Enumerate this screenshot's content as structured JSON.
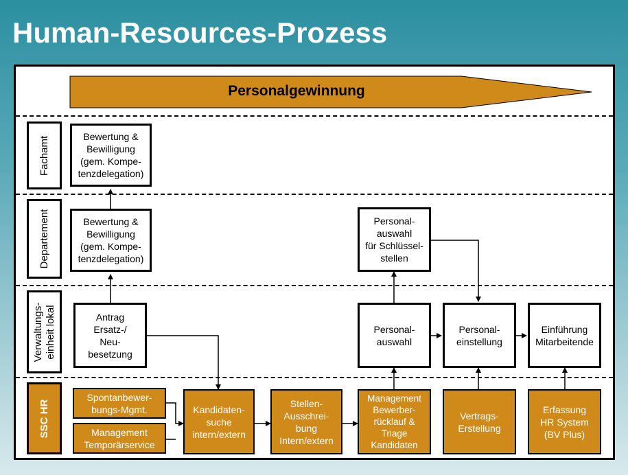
{
  "title": "Human-Resources-Prozess",
  "banner": "Personalgewinnung",
  "colors": {
    "accent": "#d08a1a",
    "background": "#2b8fa0"
  },
  "lanes": {
    "fachamt": "Fachamt",
    "departement": "Departement",
    "verwaltung": "Verwaltungs-\neinheit lokal",
    "ssc": "SSC HR"
  },
  "boxes": {
    "fachamt_bewertung": "Bewertung &\nBewilligung\n(gem. Kompe-\ntenzdelegation)",
    "departement_bewertung": "Bewertung &\nBewilligung\n(gem. Kompe-\ntenzdelegation)",
    "departement_personalauswahl": "Personal-\nauswahl\nfür Schlüssel-\nstellen",
    "antrag": "Antrag\nErsatz-/\nNeu-\nbesetzung",
    "personalauswahl": "Personal-\nauswahl",
    "personaleinstellung": "Personal-\neinstellung",
    "einfuehrung": "Einführung\nMitarbeitende",
    "spontan": "Spontanbewer-\nbungs-Mgmt.",
    "temporaer": "Management\nTemporärservice",
    "kandidatensuche": "Kandidaten-\nsuche\nintern/extern",
    "stellenausschreibung": "Stellen-\nAusschrei-\nbung\nIntern/extern",
    "bewerberruecklauf": "Management\nBewerber-\nrücklauf &\nTriage\nKandidaten",
    "vertrag": "Vertrags-\nErstellung",
    "erfassung": "Erfassung\nHR System\n(BV Plus)"
  }
}
